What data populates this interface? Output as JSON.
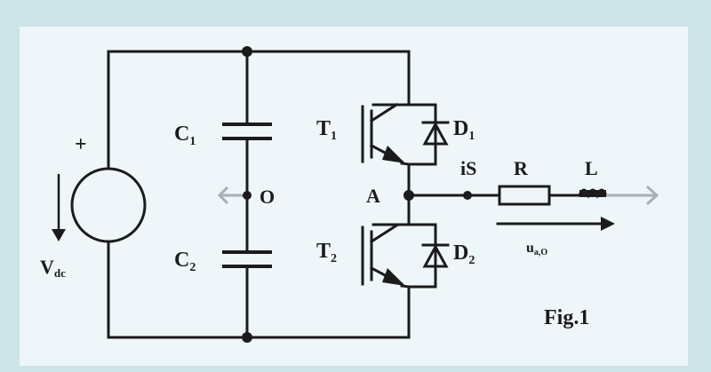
{
  "labels": {
    "cap_top": "C",
    "cap_top_sub": "1",
    "cap_bottom": "C",
    "cap_bottom_sub": "2",
    "midpoint": "O",
    "node_a": "A",
    "t_top": "T",
    "t_top_sub": "1",
    "t_bottom": "T",
    "t_bottom_sub": "2",
    "d_top": "D",
    "d_top_sub": "1",
    "d_bottom": "D",
    "d_bottom_sub": "2",
    "current": "iS",
    "resistor": "R",
    "inductor": "L",
    "voltage_out": "u",
    "voltage_out_sub": "a,O",
    "source": "V",
    "source_sub": "dc",
    "source_plus": "+",
    "figure": "Fig.1"
  },
  "colors": {
    "background": "#cde3e8",
    "panel": "#eef6f9",
    "ink": "#1b1b1b",
    "terminal": "#a8b0b4"
  }
}
